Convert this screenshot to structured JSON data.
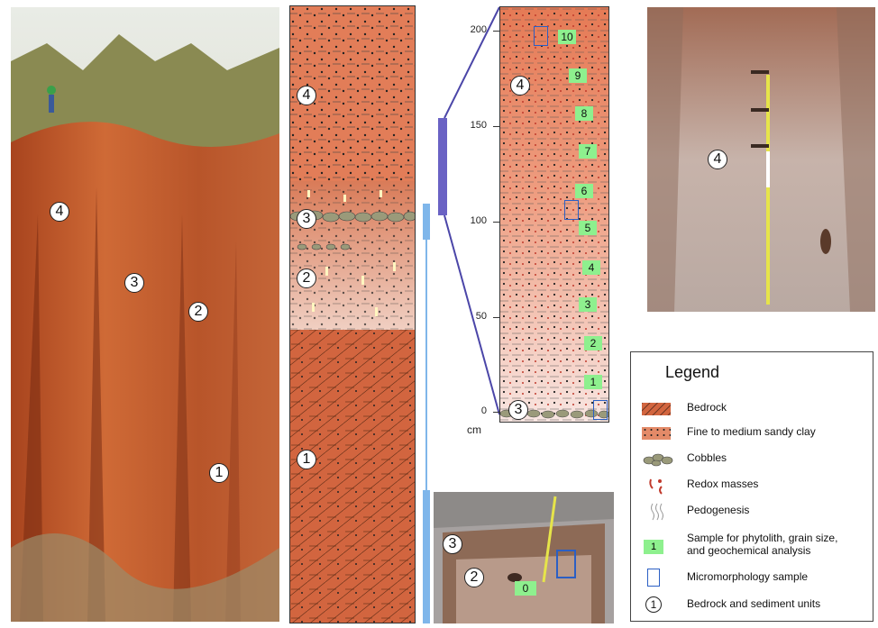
{
  "figure": {
    "unit_labels": {
      "u1": "1",
      "u2": "2",
      "u3": "3",
      "u4": "4"
    },
    "scale": {
      "ticks": [
        "200",
        "150",
        "100",
        "50",
        "0"
      ],
      "unit": "cm"
    },
    "samples": [
      "10",
      "9",
      "8",
      "7",
      "6",
      "5",
      "4",
      "3",
      "2",
      "1",
      "0"
    ],
    "legend": {
      "title": "Legend",
      "items": [
        {
          "label": "Bedrock",
          "icon": "bedrock-swatch"
        },
        {
          "label": "Fine to medium sandy clay",
          "icon": "sandy-clay-swatch"
        },
        {
          "label": "Cobbles",
          "icon": "cobbles-icon"
        },
        {
          "label": "Redox masses",
          "icon": "redox-icon"
        },
        {
          "label": "Pedogenesis",
          "icon": "pedogenesis-icon"
        },
        {
          "label": "Sample for phytolith, grain size,",
          "label2": "and geochemical analysis",
          "icon": "sample-box-icon"
        },
        {
          "label": "Micromorphology sample",
          "icon": "micromorphology-box-icon"
        },
        {
          "label": "Bedrock and sediment units",
          "icon": "unit-circle-icon"
        }
      ]
    },
    "colors": {
      "bedrock": "#d2653f",
      "sandy_clay_top": "#e27d58",
      "sandy_clay_light": "#f2d6cd",
      "zoom_bar": "#6a62c4",
      "sample_green": "#8ef08e",
      "micromorph_blue": "#2b5fc4",
      "scale_blue": "#7fb6ea"
    }
  }
}
